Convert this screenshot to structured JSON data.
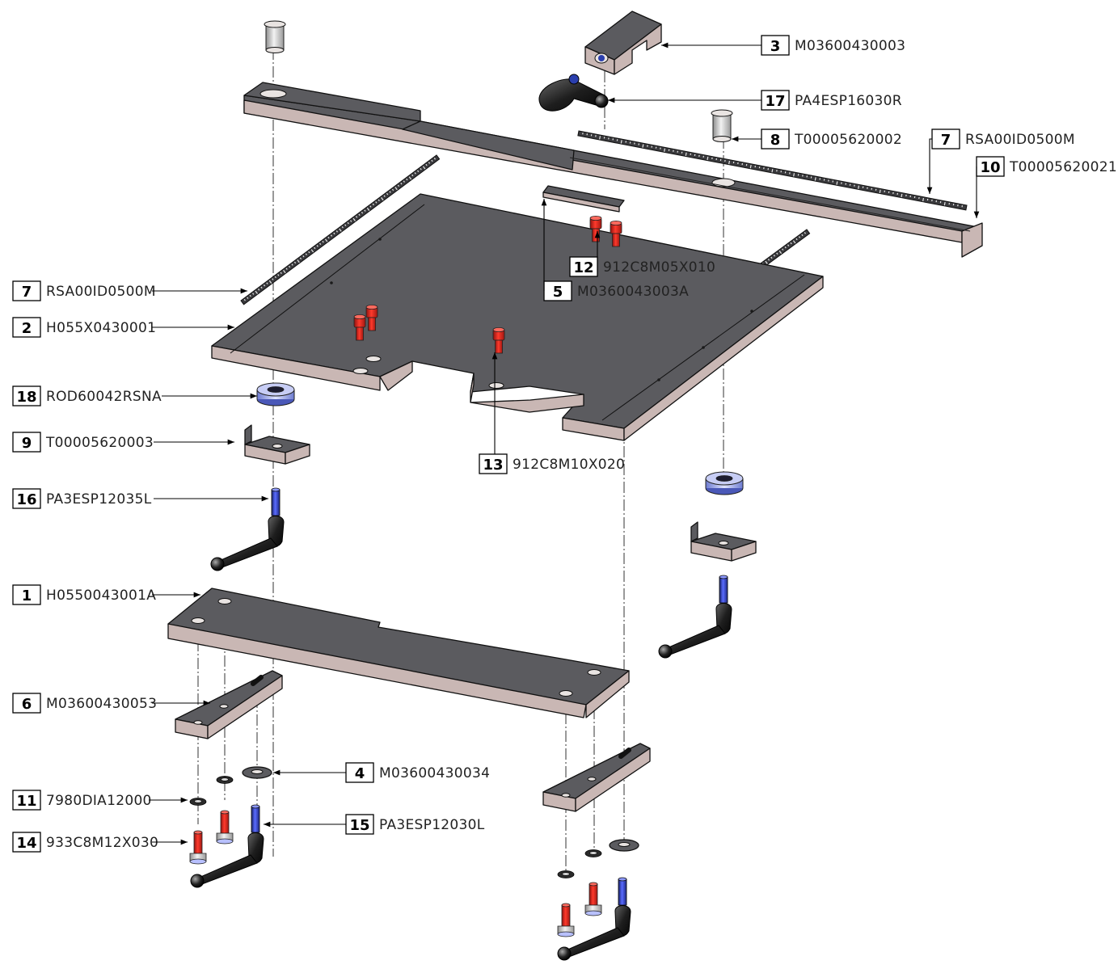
{
  "balloons": [
    {
      "num": "3",
      "code": "M03600430003"
    },
    {
      "num": "17",
      "code": "PA4ESP16030R"
    },
    {
      "num": "8",
      "code": "T00005620002"
    },
    {
      "num": "7",
      "code": "RSA00ID0500M"
    },
    {
      "num": "10",
      "code": "T00005620021"
    },
    {
      "num": "12",
      "code": "912C8M05X010"
    },
    {
      "num": "5",
      "code": "M0360043003A"
    },
    {
      "num": "7",
      "code": "RSA00ID0500M"
    },
    {
      "num": "2",
      "code": "H055X0430001"
    },
    {
      "num": "18",
      "code": "ROD60042RSNA"
    },
    {
      "num": "9",
      "code": "T00005620003"
    },
    {
      "num": "13",
      "code": "912C8M10X020"
    },
    {
      "num": "16",
      "code": "PA3ESP12035L"
    },
    {
      "num": "1",
      "code": "H0550043001A"
    },
    {
      "num": "6",
      "code": "M03600430053"
    },
    {
      "num": "4",
      "code": "M03600430034"
    },
    {
      "num": "11",
      "code": "7980DIA12000"
    },
    {
      "num": "15",
      "code": "PA3ESP12030L"
    },
    {
      "num": "14",
      "code": "933C8M12X030"
    }
  ],
  "colors": {
    "plate_top": "#5b5b5f",
    "plate_side": "#c9b7b4",
    "screw_red": "#d0241c",
    "screw_blue": "#2b3fae",
    "steel": "#c3c3c3"
  }
}
